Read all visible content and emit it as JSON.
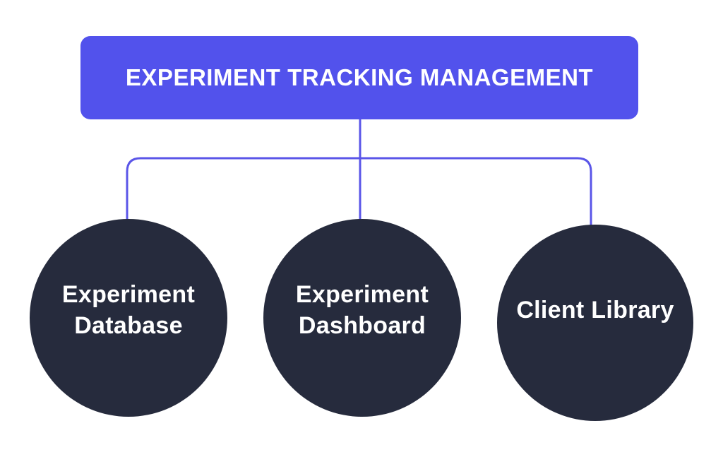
{
  "diagram": {
    "root": {
      "label": "EXPERIMENT TRACKING MANAGEMENT"
    },
    "children": [
      {
        "label": "Experiment Database"
      },
      {
        "label": "Experiment Dashboard"
      },
      {
        "label": "Client Library"
      }
    ]
  },
  "colors": {
    "root_fill": "#5252ec",
    "node_fill": "#262b3d",
    "connector": "#5a55e8",
    "label_text": "#ffffff",
    "background": "#ffffff"
  }
}
